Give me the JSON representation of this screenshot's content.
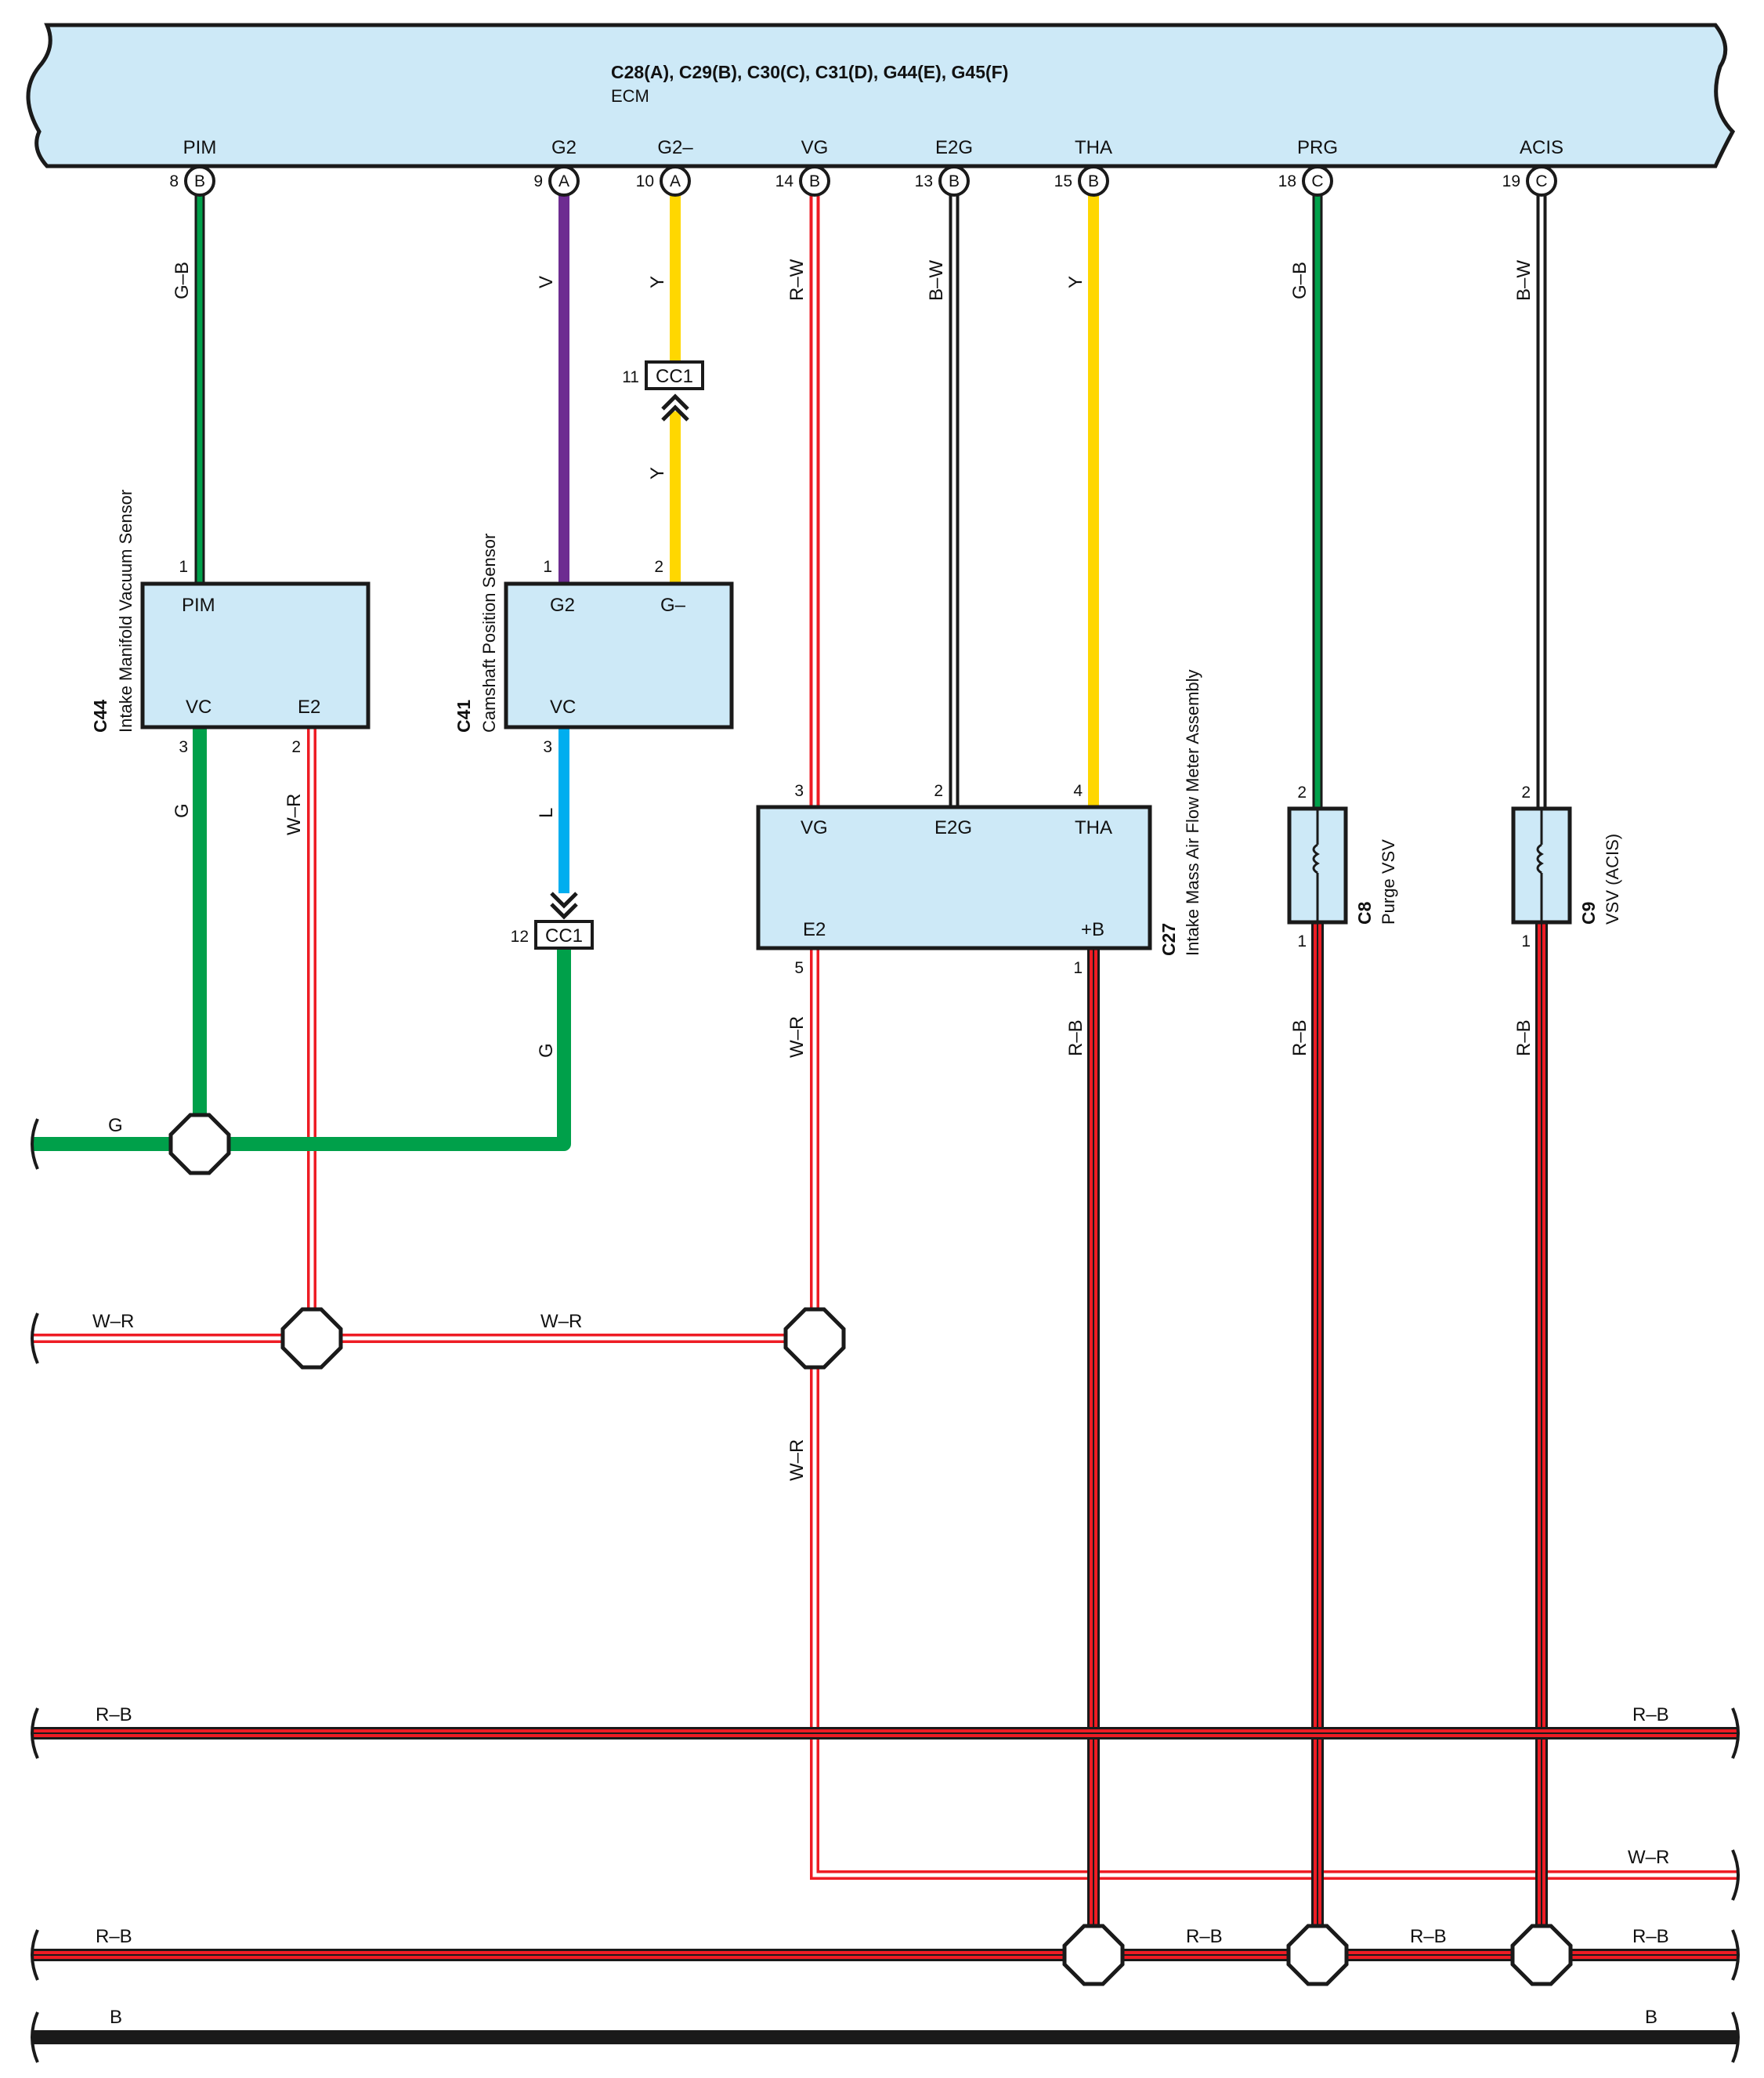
{
  "ecm": {
    "connectors": "C28(A), C29(B), C30(C), C31(D), G44(E), G45(F)",
    "name": "ECM",
    "terminals": [
      {
        "name": "PIM",
        "pin": "8",
        "conn": "B"
      },
      {
        "name": "G2",
        "pin": "9",
        "conn": "A"
      },
      {
        "name": "G2–",
        "pin": "10",
        "conn": "A"
      },
      {
        "name": "VG",
        "pin": "14",
        "conn": "B"
      },
      {
        "name": "E2G",
        "pin": "13",
        "conn": "B"
      },
      {
        "name": "THA",
        "pin": "15",
        "conn": "B"
      },
      {
        "name": "PRG",
        "pin": "18",
        "conn": "C"
      },
      {
        "name": "ACIS",
        "pin": "19",
        "conn": "C"
      }
    ]
  },
  "components": {
    "c44": {
      "id": "C44",
      "name": "Intake Manifold Vacuum Sensor",
      "t_pim": "PIM",
      "t_vc": "VC",
      "t_e2": "E2",
      "pin_pim": "1",
      "pin_vc": "3",
      "pin_e2": "2"
    },
    "c41": {
      "id": "C41",
      "name": "Camshaft Position Sensor",
      "t_g2": "G2",
      "t_gm": "G–",
      "t_vc": "VC",
      "pin_g2": "1",
      "pin_gm": "2",
      "pin_vc": "3"
    },
    "c27": {
      "id": "C27",
      "name": "Intake Mass Air Flow Meter Assembly",
      "t_vg": "VG",
      "t_e2g": "E2G",
      "t_tha": "THA",
      "t_e2": "E2",
      "t_b": "+B",
      "pin_vg": "3",
      "pin_e2g": "2",
      "pin_tha": "4",
      "pin_e2": "5",
      "pin_b": "1"
    },
    "c8": {
      "id": "C8",
      "name": "Purge VSV",
      "pin_top": "2",
      "pin_bottom": "1"
    },
    "c9": {
      "id": "C9",
      "name": "VSV (ACIS)",
      "pin_top": "2",
      "pin_bottom": "1"
    }
  },
  "connectors": {
    "cc1_top": {
      "label": "CC1",
      "pin": "11"
    },
    "cc1_bottom": {
      "label": "CC1",
      "pin": "12"
    }
  },
  "wires": {
    "pim_upper": "G–B",
    "g2": "V",
    "gm_upper": "Y",
    "gm_lower": "Y",
    "vg": "R–W",
    "e2g": "B–W",
    "tha": "Y",
    "prg": "G–B",
    "acis": "B–W",
    "c44_vc": "G",
    "c44_e2": "W–R",
    "c41_vc": "L",
    "cc1_g": "G",
    "c27_e2": "W–R",
    "c27_b": "R–B",
    "c8_b": "R–B",
    "c9_b": "R–B",
    "w_e2_lower": "W–R",
    "bus_g": "G",
    "bus_wr_left": "W–R",
    "bus_wr_mid": "W–R",
    "bus_rb1_left": "R–B",
    "bus_rb1_right": "R–B",
    "bus_wr_right": "W–R",
    "bus_rb2_left": "R–B",
    "bus_rb2_mid1": "R–B",
    "bus_rb2_mid2": "R–B",
    "bus_rb2_right": "R–B",
    "bus_b_left": "B",
    "bus_b_right": "B"
  },
  "colors": {
    "G": "#00a04a",
    "V": "#6d2c91",
    "Y": "#ffd700",
    "L": "#00aeef",
    "R": "#ee1c24",
    "B": "#1a1a1a",
    "W": "#ffffff",
    "component_fill": "#cde9f7"
  }
}
